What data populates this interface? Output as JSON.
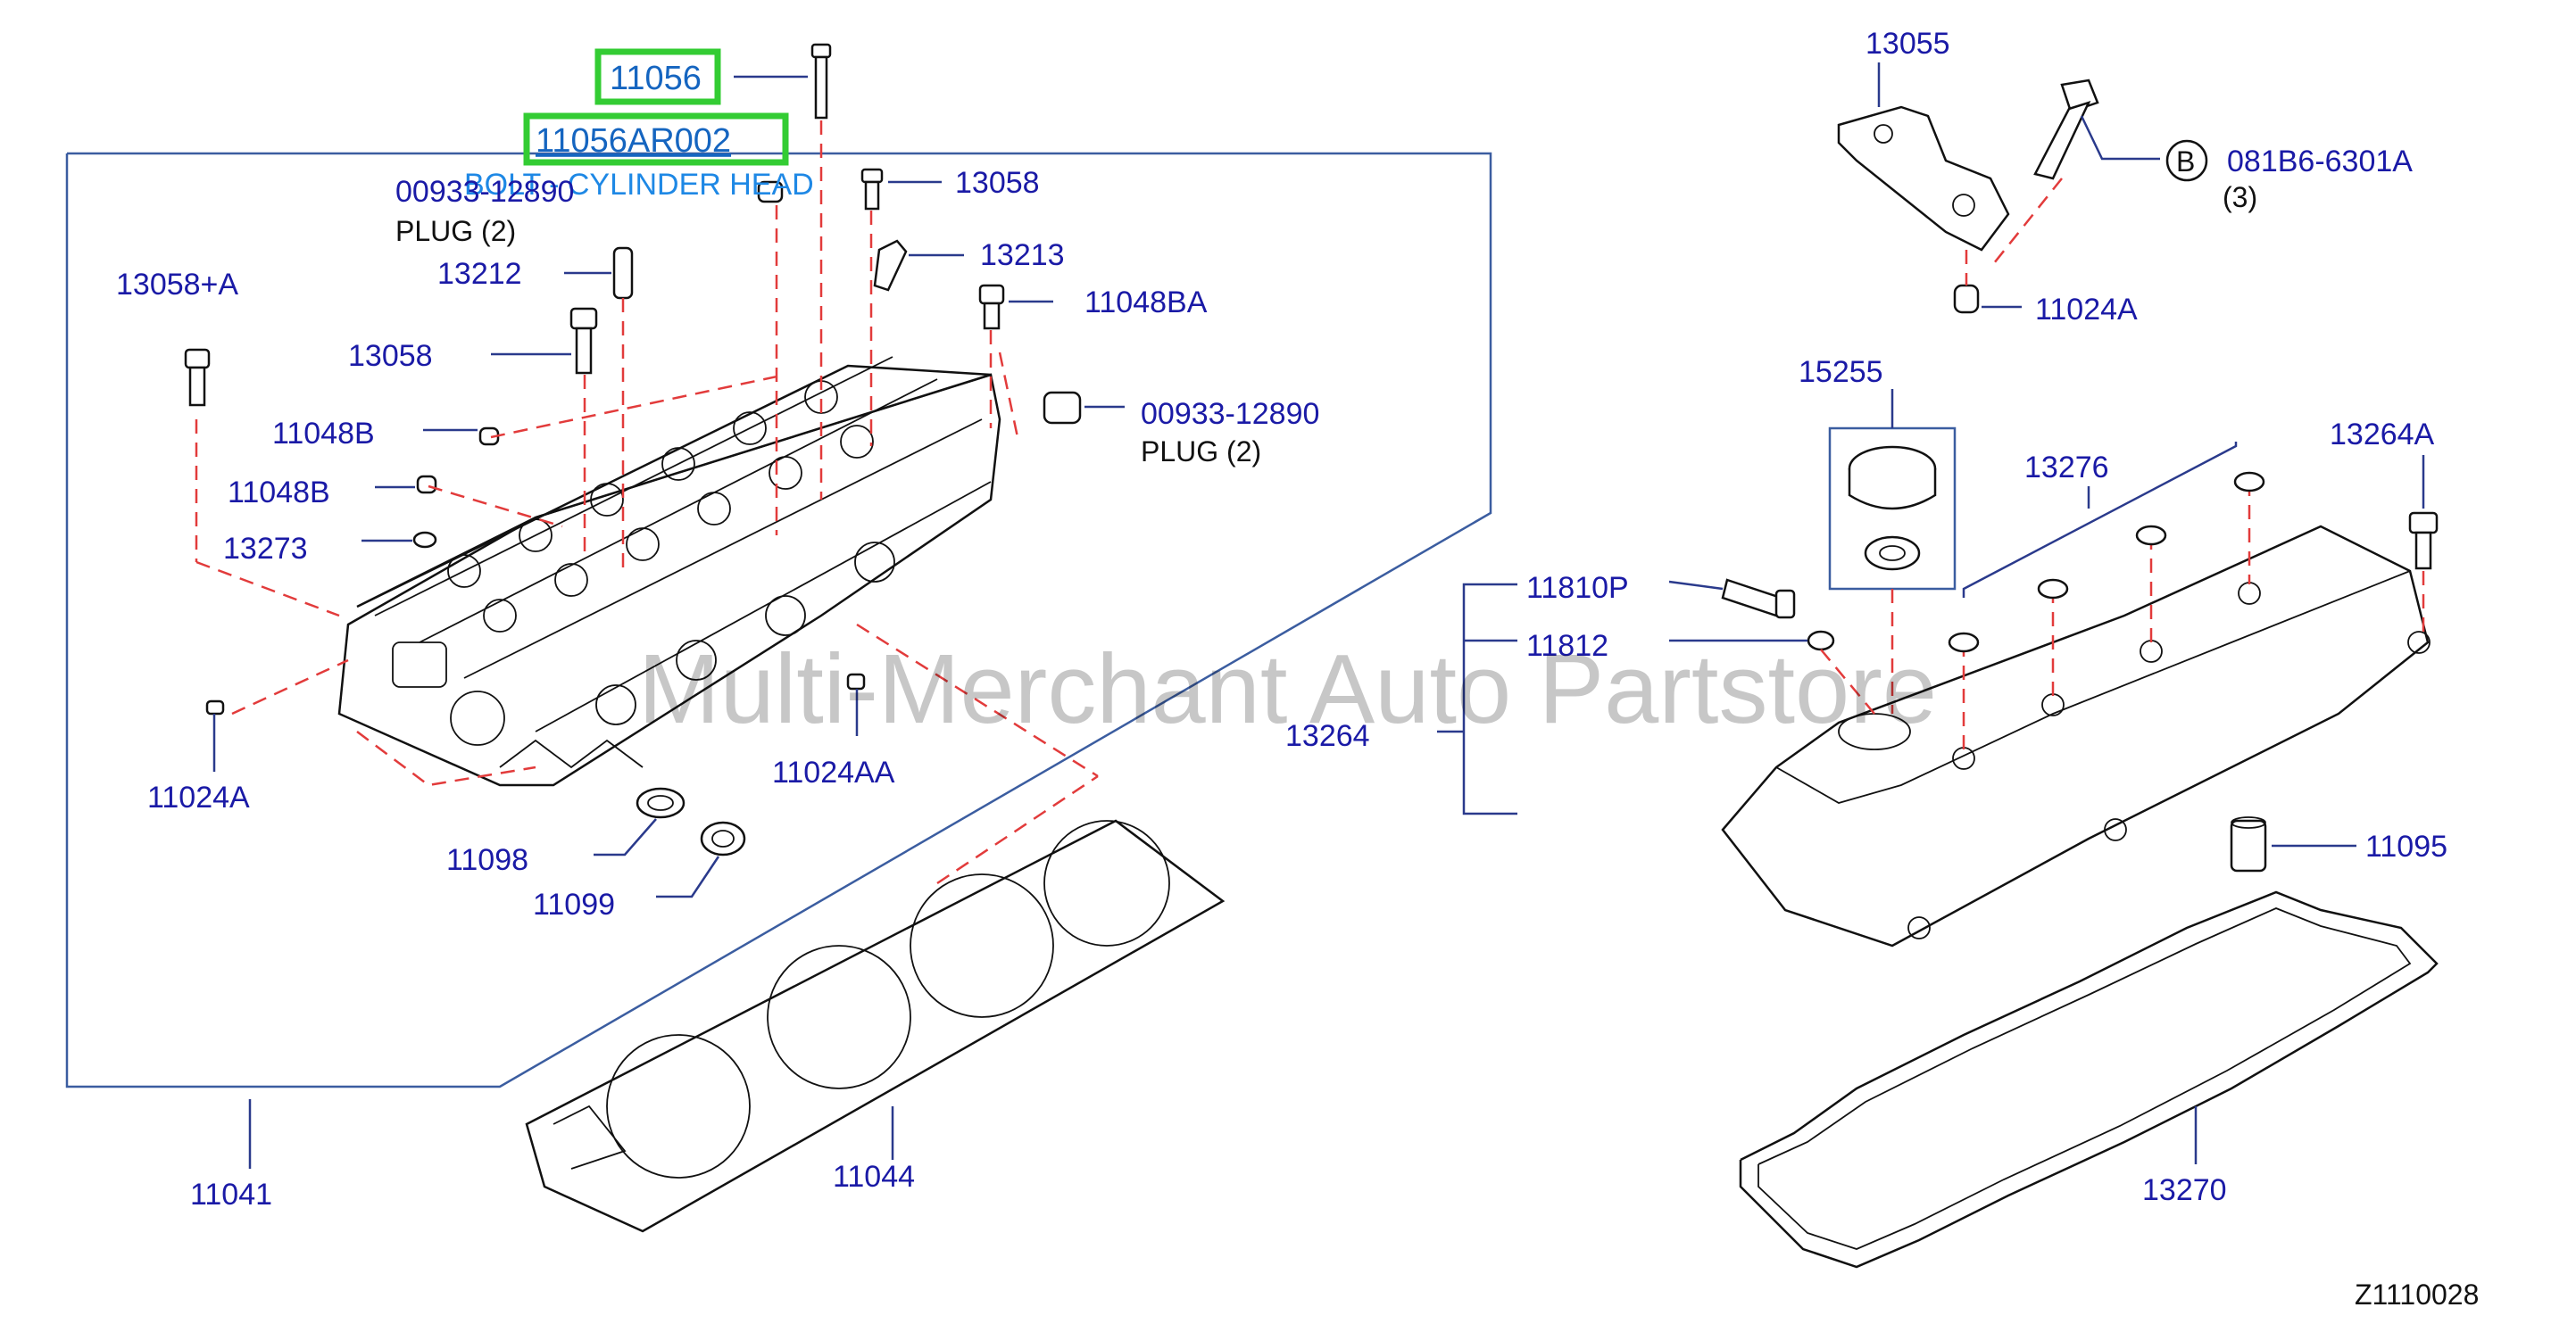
{
  "highlight": {
    "part_number": "11056",
    "part_code": "11056AR002",
    "part_description": "BOLT - CYLINDER HEAD"
  },
  "labels": {
    "p00933_12890_a": "00933-12890",
    "plug_2_a": "PLUG   (2)",
    "p13058_a": "13058",
    "p13213": "13213",
    "p13212": "13212",
    "p13058_plus_a": "13058+A",
    "p11048ba": "11048BA",
    "p13058_b": "13058",
    "p00933_12890_b": "00933-12890",
    "plug_2_b": "PLUG   (2)",
    "p11048b_a": "11048B",
    "p11048b_b": "11048B",
    "p13273": "13273",
    "p11024a_left": "11024A",
    "p11024aa": "11024AA",
    "p11098": "11098",
    "p11099": "11099",
    "p11041": "11041",
    "p11044": "11044",
    "p13055": "13055",
    "callout_letter": "B",
    "p081b6_6301a": "081B6-6301A",
    "qty_3": "(3)",
    "p11024a_right": "11024A",
    "p15255": "15255",
    "p13276": "13276",
    "p13264a": "13264A",
    "p11810p": "11810P",
    "p11812": "11812",
    "p13264": "13264",
    "p11095": "11095",
    "p13270": "13270",
    "diagram_code": "Z1110028"
  },
  "watermark": "Multi-Merchant Auto Partstore",
  "colors": {
    "label_blue": "#1a1aa6",
    "highlight_green": "#33cc33",
    "leader_red_dashed": "#e23b3b",
    "frame_blue": "#3b5da0"
  }
}
